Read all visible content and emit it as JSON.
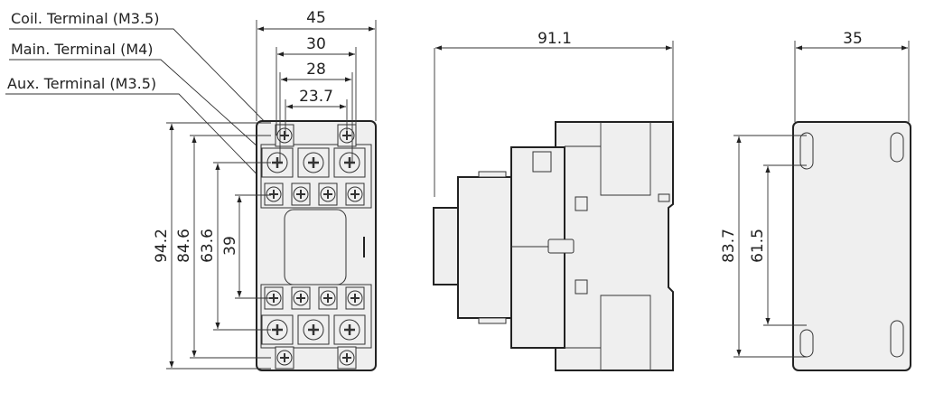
{
  "labels": {
    "coil_terminal": "Coil. Terminal (M3.5)",
    "main_terminal": "Main. Terminal (M4)",
    "aux_terminal": "Aux. Terminal (M3.5)"
  },
  "front_view": {
    "width_overall": "45",
    "width_30": "30",
    "width_28": "28",
    "width_23_7": "23.7",
    "height_overall": "94.2",
    "height_84_6": "84.6",
    "height_63_6": "63.6",
    "height_39": "39"
  },
  "side_view": {
    "depth": "91.1"
  },
  "mounting_plate": {
    "hole_spacing_horizontal": "35",
    "hole_spacing_83_7": "83.7",
    "hole_spacing_61_5": "61.5"
  }
}
